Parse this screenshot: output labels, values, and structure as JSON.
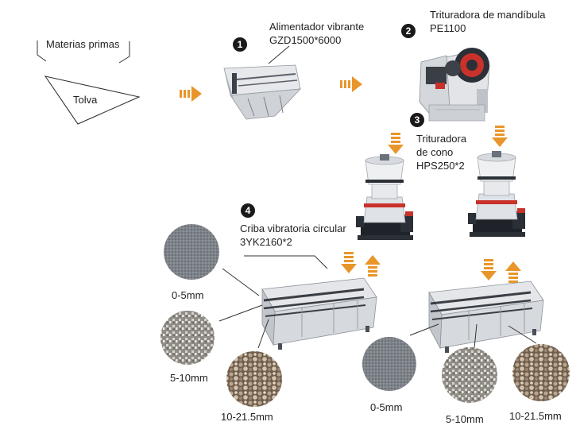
{
  "raw_materials": "Materias primas",
  "hopper": "Tolva",
  "steps": [
    {
      "number": "1",
      "name": "Alimentador vibrante",
      "model": "GZD1500*6000"
    },
    {
      "number": "2",
      "name": "Trituradora de mandíbula",
      "model": "PE1100"
    },
    {
      "number": "3",
      "name_line1": "Trituradora",
      "name_line2": "de cono",
      "model": "HPS250*2"
    },
    {
      "number": "4",
      "name": "Criba vibratoria circular",
      "model": "3YK2160*2"
    }
  ],
  "products_left": [
    "0-5mm",
    "5-10mm",
    "10-21.5mm"
  ],
  "products_right": [
    "0-5mm",
    "5-10mm",
    "10-21.5mm"
  ],
  "colors": {
    "arrow": "#e8962a",
    "steel": "#5d6672",
    "machine_light": "#e9ebee",
    "machine_dark": "#2b2f36",
    "red": "#c8322a",
    "fines": "#7b7f86",
    "gravel": "#b9b6ae"
  }
}
